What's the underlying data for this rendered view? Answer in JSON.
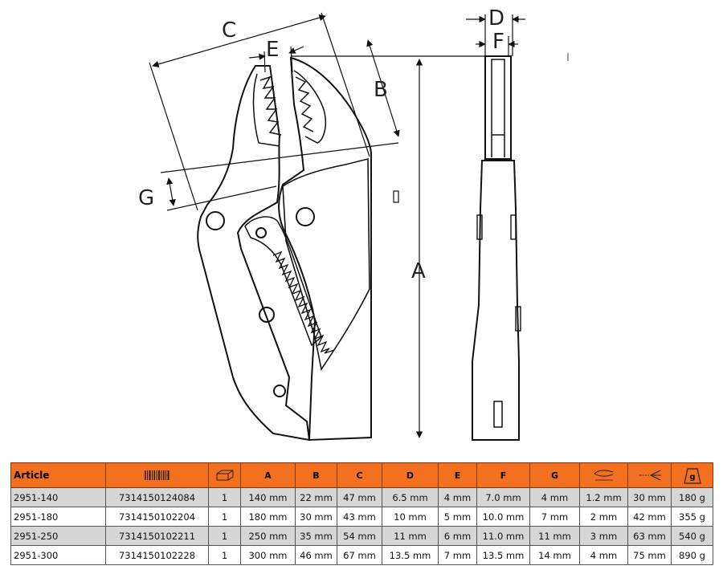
{
  "drawing": {
    "dimension_letters": [
      "A",
      "B",
      "C",
      "D",
      "E",
      "F",
      "G"
    ]
  },
  "table": {
    "columns": [
      {
        "key": "article",
        "label": "Article",
        "icon": null
      },
      {
        "key": "barcode",
        "label": "",
        "icon": "barcode-icon"
      },
      {
        "key": "pack",
        "label": "",
        "icon": "package-box-icon"
      },
      {
        "key": "a",
        "label": "A",
        "icon": null
      },
      {
        "key": "b",
        "label": "B",
        "icon": null
      },
      {
        "key": "c",
        "label": "C",
        "icon": null
      },
      {
        "key": "d",
        "label": "D",
        "icon": null
      },
      {
        "key": "e",
        "label": "E",
        "icon": null
      },
      {
        "key": "f",
        "label": "F",
        "icon": null
      },
      {
        "key": "g",
        "label": "G",
        "icon": null
      },
      {
        "key": "force",
        "label": "",
        "icon": "clamping-force-icon"
      },
      {
        "key": "capacity",
        "label": "",
        "icon": "jaw-capacity-icon"
      },
      {
        "key": "weight",
        "label": "g",
        "icon": "weight-icon"
      }
    ],
    "rows": [
      [
        "2951-140",
        "7314150124084",
        "1",
        "140 mm",
        "22 mm",
        "47 mm",
        "6.5 mm",
        "4 mm",
        "7.0 mm",
        "4 mm",
        "1.2 mm",
        "30 mm",
        "180 g"
      ],
      [
        "2951-180",
        "7314150102204",
        "1",
        "180 mm",
        "30 mm",
        "43 mm",
        "10 mm",
        "5 mm",
        "10.0 mm",
        "7 mm",
        "2 mm",
        "42 mm",
        "355 g"
      ],
      [
        "2951-250",
        "7314150102211",
        "1",
        "250 mm",
        "35 mm",
        "54 mm",
        "11 mm",
        "6 mm",
        "11.0 mm",
        "11 mm",
        "3 mm",
        "63 mm",
        "540 g"
      ],
      [
        "2951-300",
        "7314150102228",
        "1",
        "300 mm",
        "46 mm",
        "67 mm",
        "13.5 mm",
        "7 mm",
        "13.5 mm",
        "14 mm",
        "4 mm",
        "75 mm",
        "890 g"
      ]
    ]
  }
}
